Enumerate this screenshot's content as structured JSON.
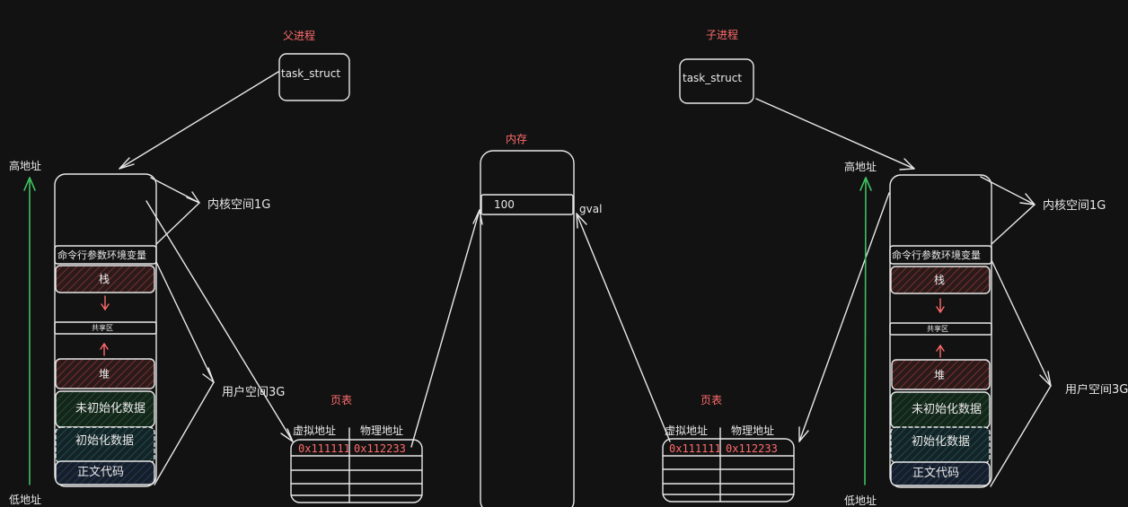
{
  "colors": {
    "background": "#121212",
    "stroke": "#e8e8e8",
    "accent_red": "#ff6b6b",
    "arrow_green": "#3fbf5f",
    "hatch_red": "#7a2e2e",
    "hatch_green": "#1e4d35",
    "hatch_teal": "#1e4a52",
    "hatch_blue": "#243a5a"
  },
  "parent": {
    "title": "父进程",
    "task_struct": "task_struct",
    "high_addr": "高地址",
    "low_addr": "低地址",
    "kernel_space": "内核空间1G",
    "user_space": "用户空间3G",
    "segments": {
      "env": "命令行参数环境变量",
      "stack": "栈",
      "shared": "共享区",
      "heap": "堆",
      "bss": "未初始化数据",
      "data": "初始化数据",
      "text": "正文代码"
    },
    "page_table": {
      "title": "页表",
      "col_virtual": "虚拟地址",
      "col_physical": "物理地址",
      "virtual_addr": "0x111111",
      "physical_addr": "0x112233"
    }
  },
  "child": {
    "title": "子进程",
    "task_struct": "task_struct",
    "high_addr": "高地址",
    "low_addr": "低地址",
    "kernel_space": "内核空间1G",
    "user_space": "用户空间3G",
    "segments": {
      "env": "命令行参数环境变量",
      "stack": "栈",
      "shared": "共享区",
      "heap": "堆",
      "bss": "未初始化数据",
      "data": "初始化数据",
      "text": "正文代码"
    },
    "page_table": {
      "title": "页表",
      "col_virtual": "虚拟地址",
      "col_physical": "物理地址",
      "virtual_addr": "0x111111",
      "physical_addr": "0x112233"
    }
  },
  "memory": {
    "title": "内存",
    "value": "100",
    "var_label": "gval"
  }
}
